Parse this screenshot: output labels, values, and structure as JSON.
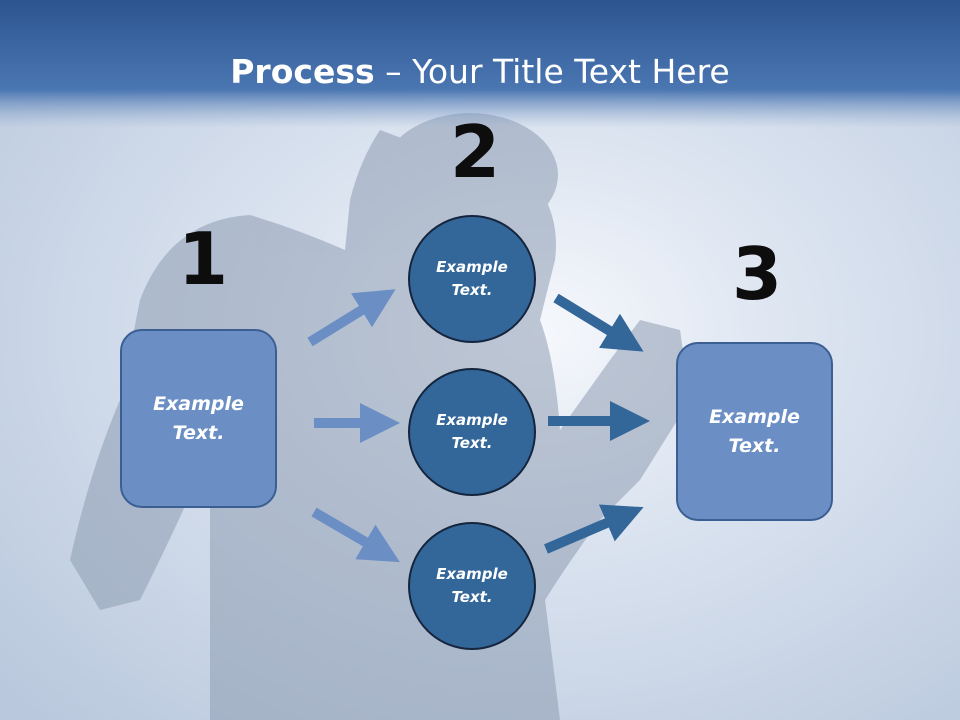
{
  "title": {
    "bold": "Process",
    "rest": " – Your Title Text Here"
  },
  "steps": {
    "one": "1",
    "two": "2",
    "three": "3"
  },
  "boxes": {
    "left": "Example\nText.",
    "right": "Example\nText."
  },
  "circles": {
    "top": "Example\nText.",
    "middle": "Example\nText.",
    "bottom": "Example\nText."
  },
  "colors": {
    "header": "#3a66a3",
    "box_fill": "#6b8fc4",
    "circle_fill": "#336699",
    "arrow_light": "#6b8fc4",
    "arrow_dark": "#336699"
  }
}
